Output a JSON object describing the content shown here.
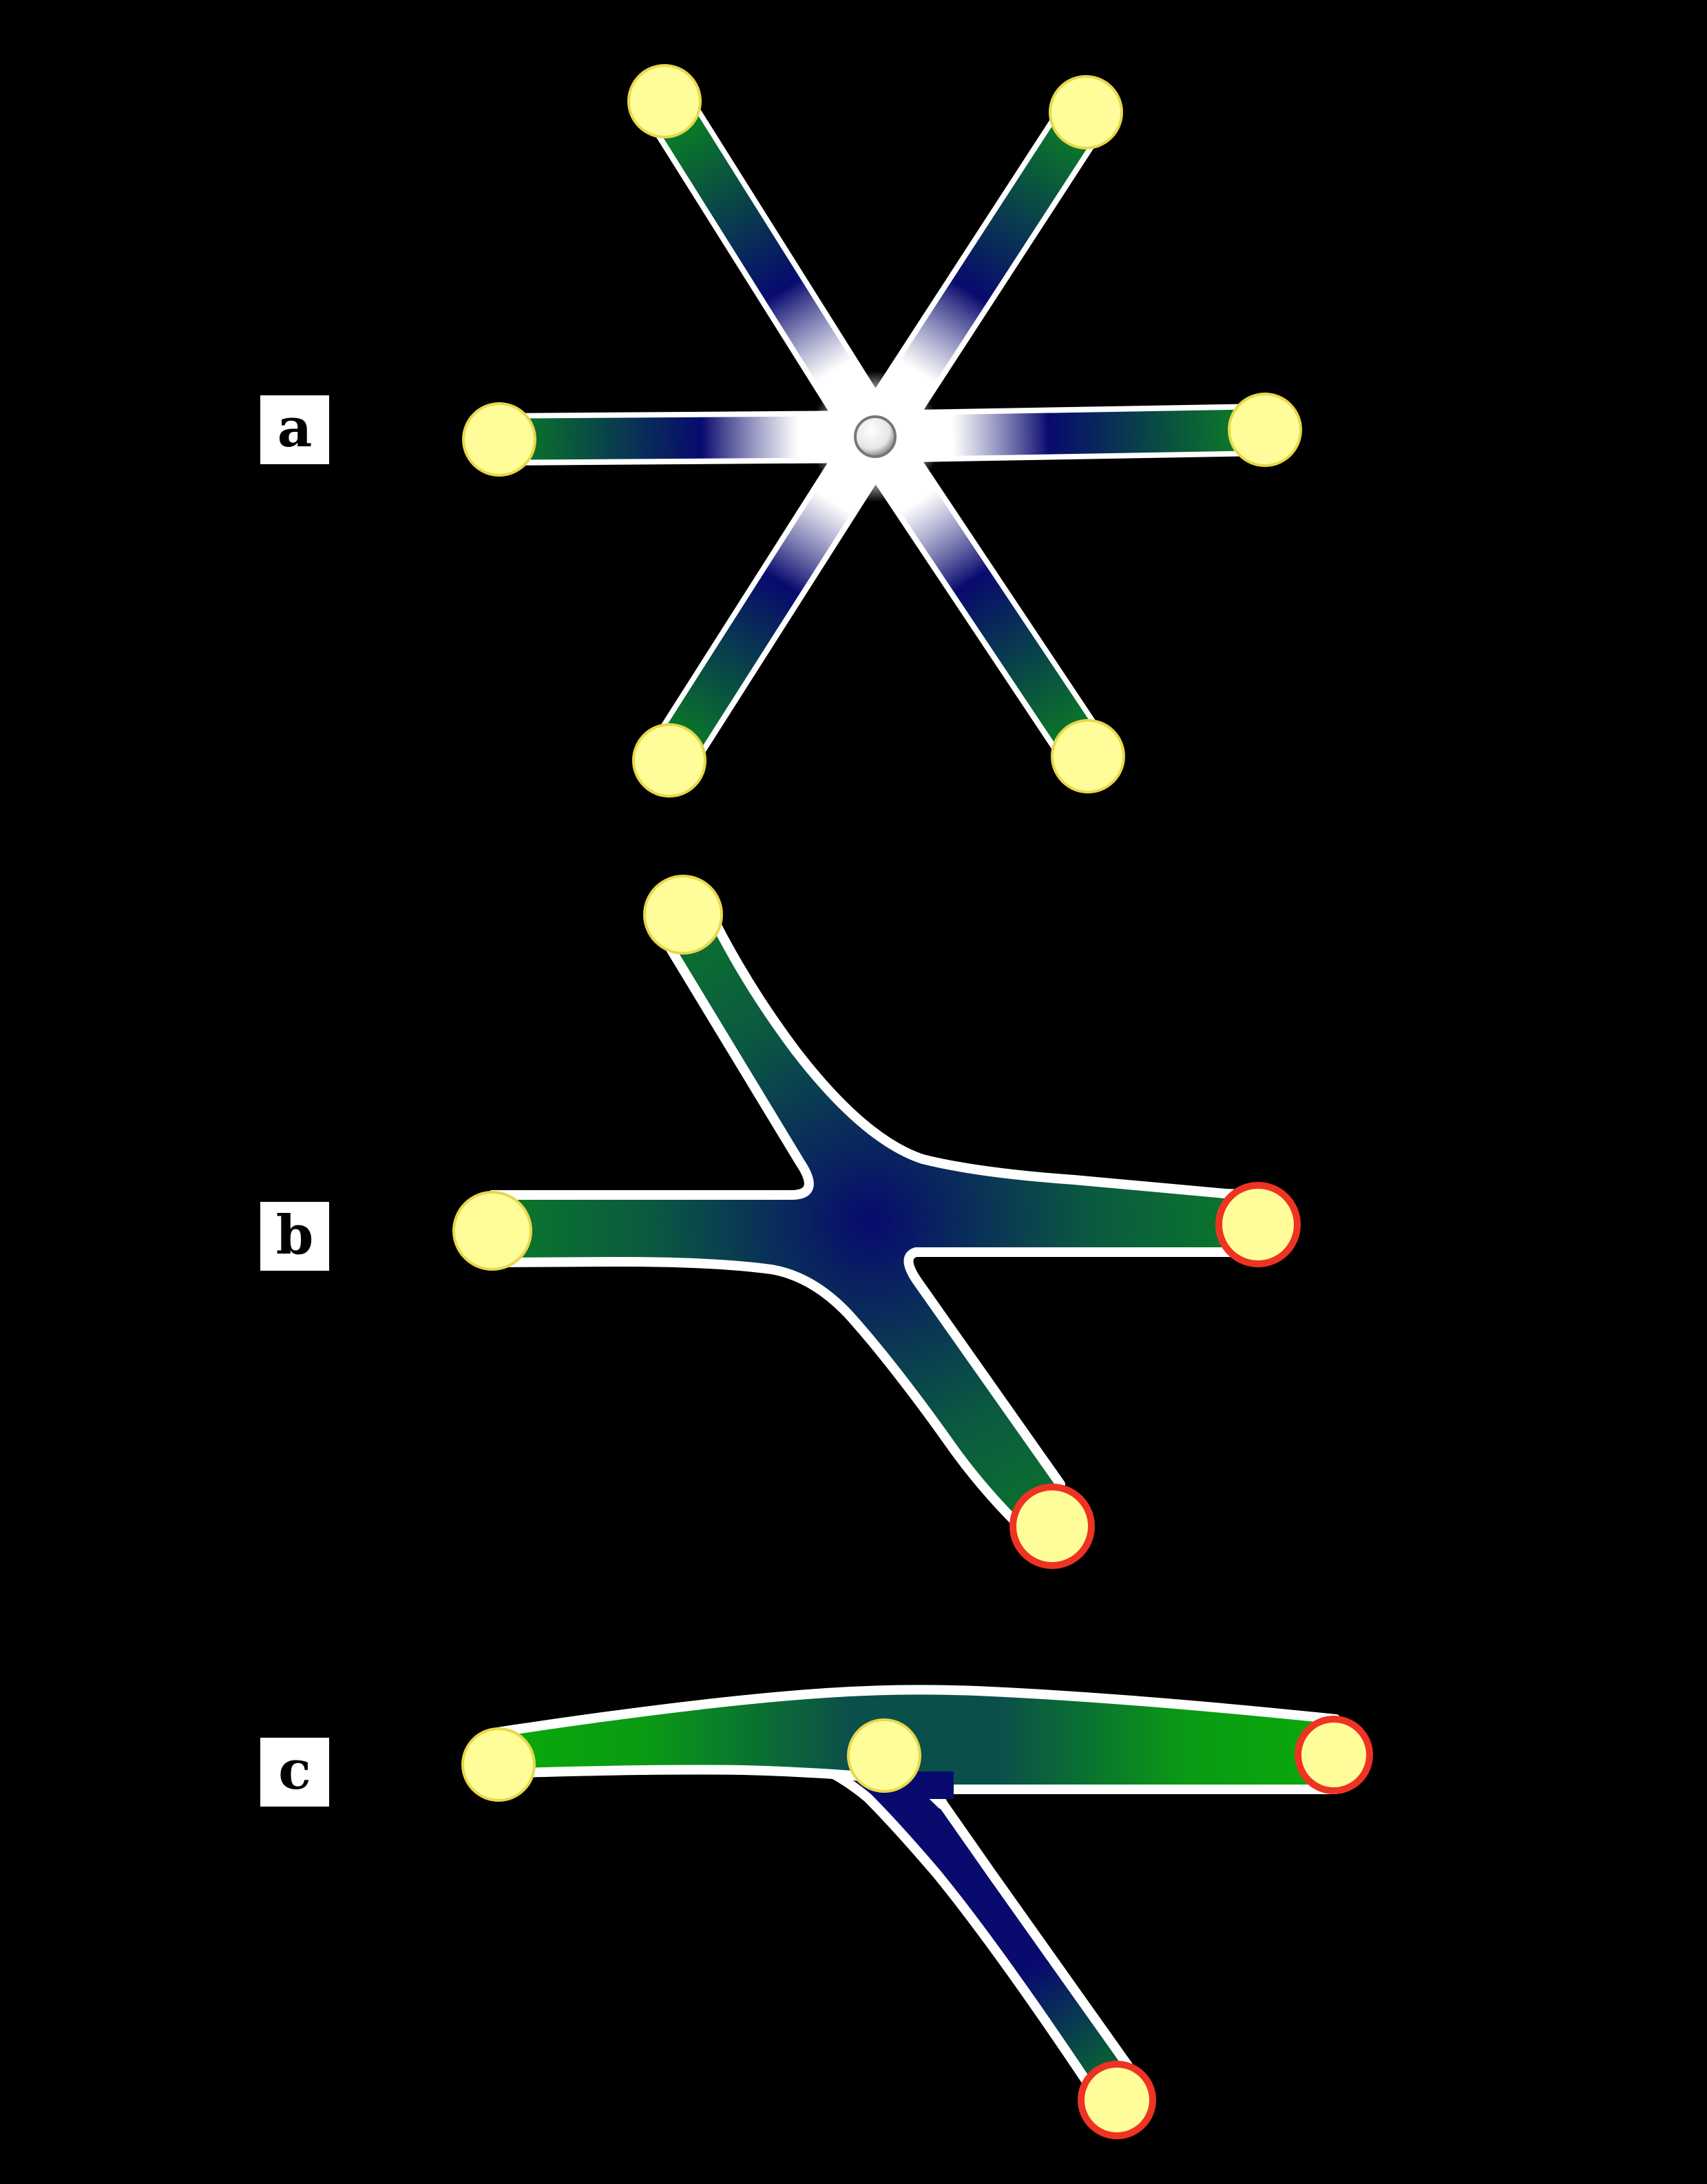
{
  "panels": [
    {
      "label": "a"
    },
    {
      "label": "b"
    },
    {
      "label": "c"
    }
  ],
  "colors": {
    "background": "#000000",
    "outline": "#ffffff",
    "channel_green": "#0a7d25",
    "channel_bright_green": "#0aaa0a",
    "channel_blue": "#080a6e",
    "node_fill": "#fffd9a",
    "node_stroke": "#e8d84a",
    "highlight_ring": "#ee3322",
    "center_glow": "#ffffff"
  }
}
